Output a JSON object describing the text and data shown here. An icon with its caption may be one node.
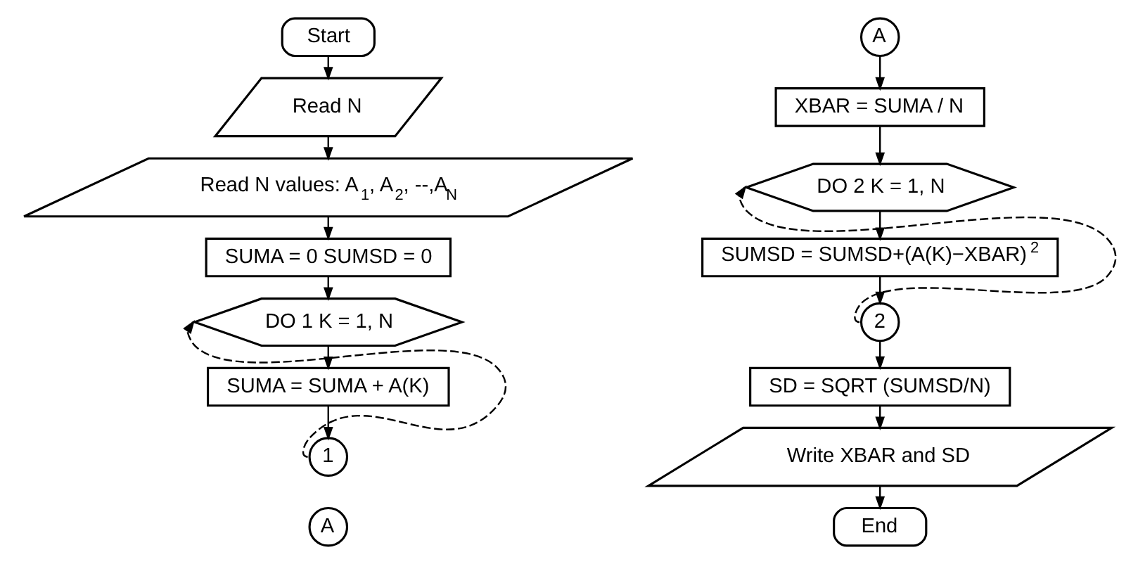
{
  "diagram": {
    "nodes": [
      {
        "text": [
          "Start"
        ]
      },
      {
        "text": [
          "Read N"
        ]
      },
      {
        "text": [
          "Read N values: A$_{1}$, A$_{2}$, --,A$_{N}$"
        ]
      },
      {
        "text": [
          "SUMA = 0 SUMSD = 0"
        ]
      },
      {
        "text": [
          "DO 1 K = 1, N"
        ]
      },
      {
        "text": [
          "SUMA = SUMA + A(K)"
        ]
      },
      {
        "text": [
          "1"
        ]
      },
      {
        "text": [
          "A"
        ]
      },
      {
        "text": [
          "A"
        ]
      },
      {
        "text": [
          "XBAR = SUMA / N"
        ]
      },
      {
        "text": [
          "DO 2 K = 1, N"
        ]
      },
      {
        "text": [
          "SUMSD = SUMSD+(A(K)−XBAR)$^{2}$"
        ]
      },
      {
        "text": [
          "2"
        ]
      },
      {
        "text": [
          "SD = SQRT (SUMSD/N)"
        ]
      },
      {
        "text": [
          "Write XBAR and SD"
        ]
      },
      {
        "text": [
          "End"
        ]
      }
    ],
    "edges": [
      {
        "from": 0,
        "to": 1,
        "arrow": "to"
      },
      {
        "from": 1,
        "to": 2,
        "arrow": "to"
      },
      {
        "from": 2,
        "to": 3,
        "arrow": "to"
      },
      {
        "from": 3,
        "to": 4,
        "arrow": "to"
      },
      {
        "from": 4,
        "to": 5,
        "arrow": "to"
      },
      {
        "from": 5,
        "to": 6,
        "arrow": "to"
      },
      {
        "from": 6,
        "to": 4,
        "arrow": "to",
        "style": "dashed"
      },
      {
        "from": 8,
        "to": 9,
        "arrow": "to"
      },
      {
        "from": 9,
        "to": 10,
        "arrow": "to"
      },
      {
        "from": 10,
        "to": 11,
        "arrow": "to"
      },
      {
        "from": 11,
        "to": 12,
        "arrow": "to"
      },
      {
        "from": 12,
        "to": 10,
        "arrow": "to",
        "style": "dashed"
      },
      {
        "from": 12,
        "to": 13,
        "arrow": "to"
      },
      {
        "from": 13,
        "to": 14,
        "arrow": "to"
      },
      {
        "from": 14,
        "to": 15,
        "arrow": "to"
      }
    ]
  }
}
